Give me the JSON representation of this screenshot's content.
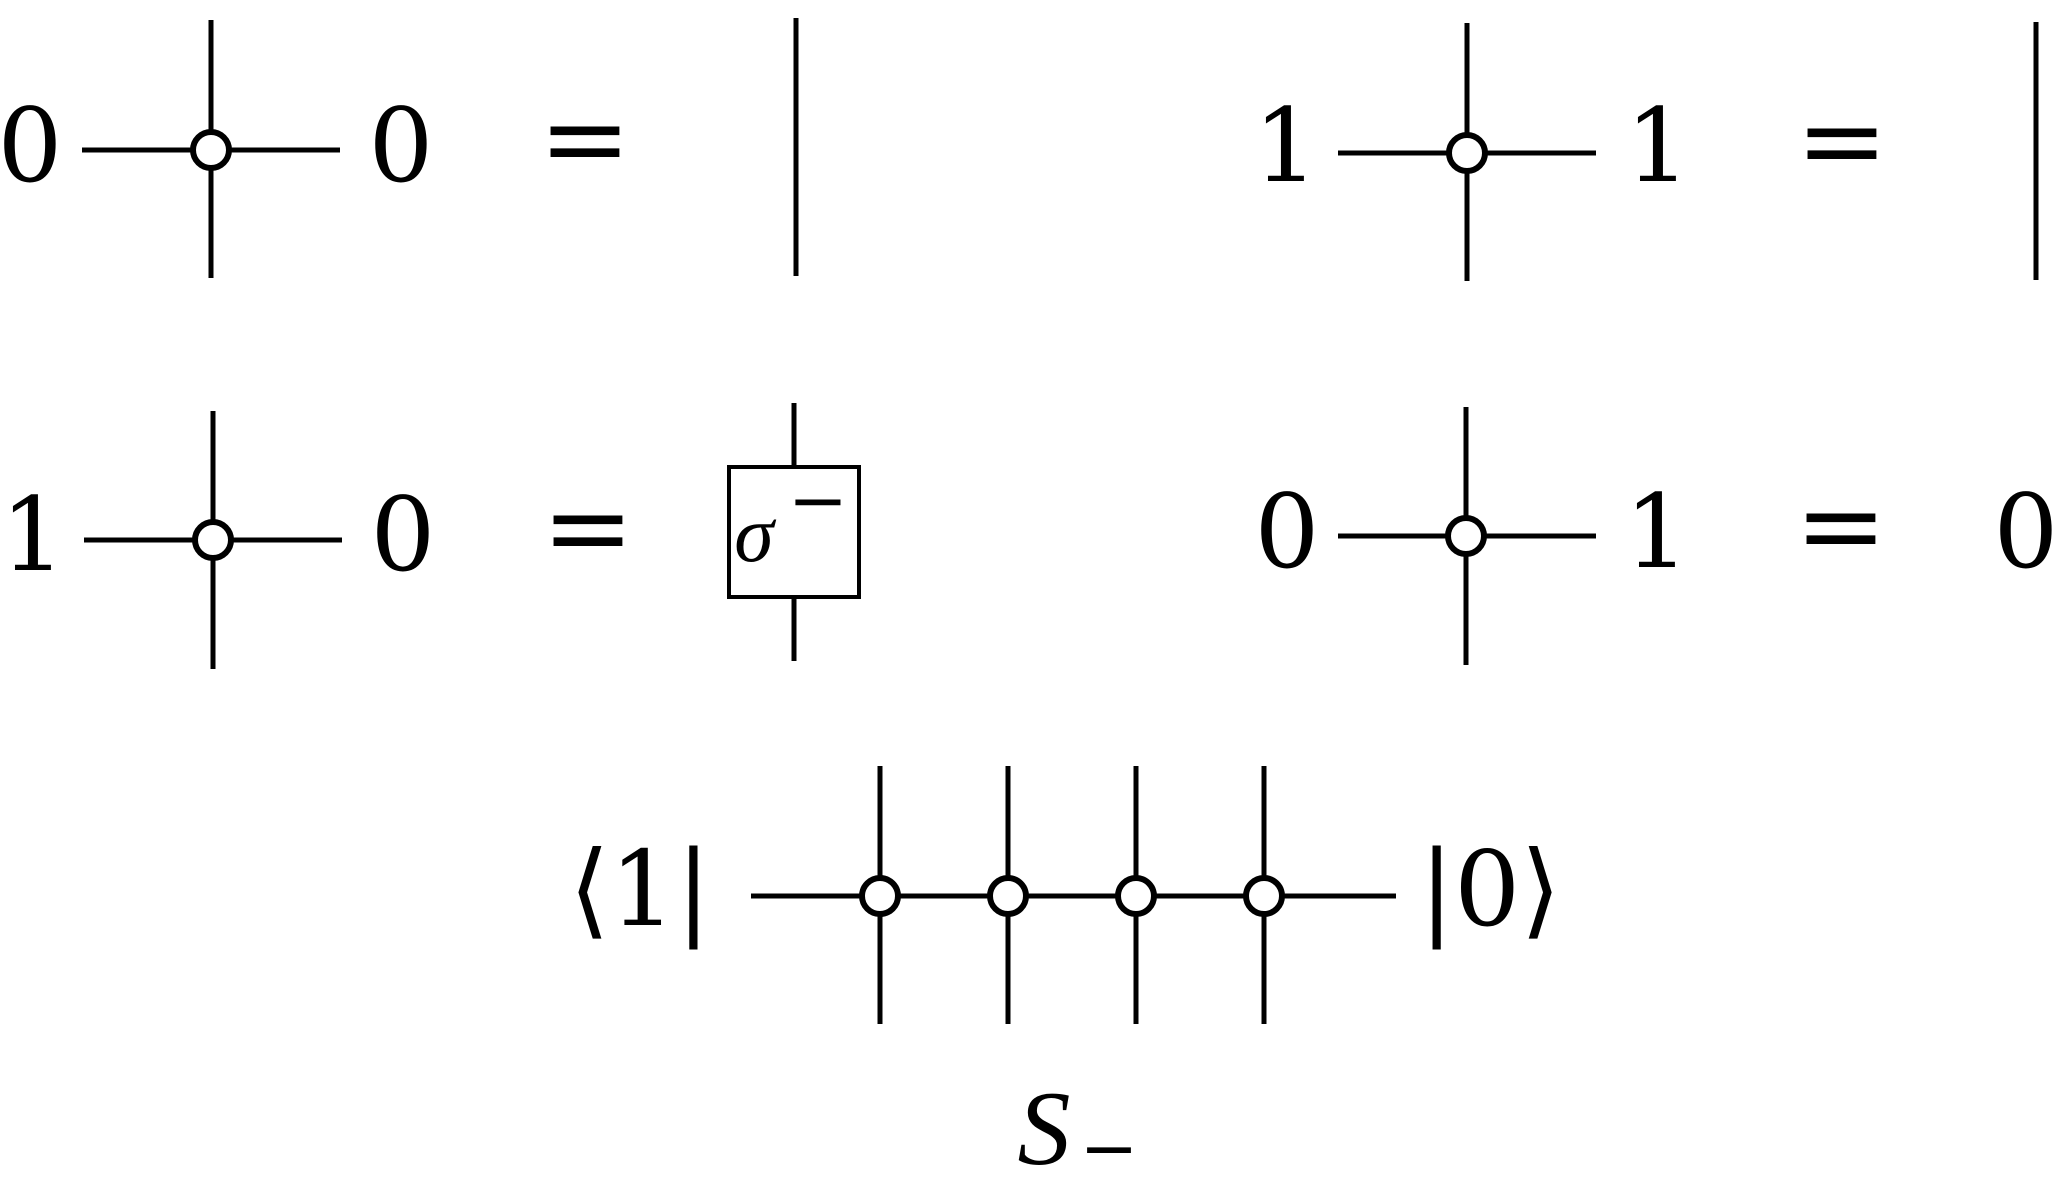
{
  "rules": [
    {
      "left": "0",
      "right": "0",
      "equals": "=",
      "result": ""
    },
    {
      "left": "1",
      "right": "1",
      "equals": "=",
      "result": ""
    },
    {
      "left": "1",
      "right": "0",
      "equals": "=",
      "result": "σ",
      "result_sup": "−"
    },
    {
      "left": "0",
      "right": "1",
      "equals": "=",
      "result": "0"
    }
  ],
  "chain": {
    "bra": "⟨1|",
    "ket": "|0⟩",
    "node_count": 4,
    "label_main": "S",
    "label_sub": "−"
  }
}
